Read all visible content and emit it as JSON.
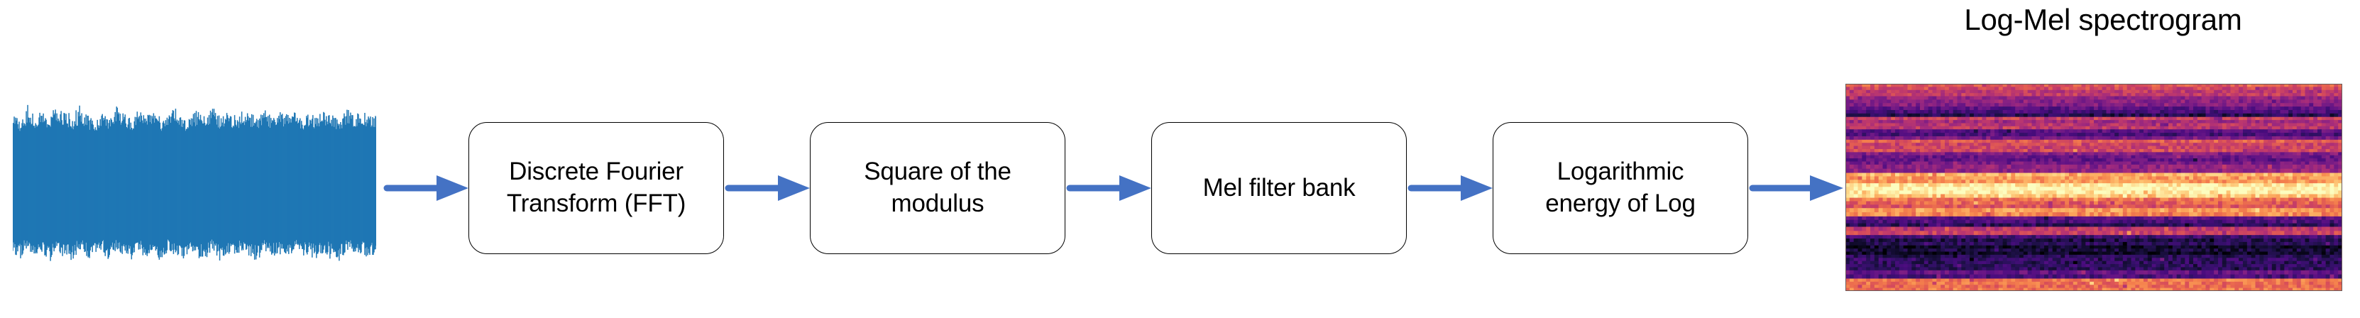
{
  "diagram": {
    "title": "Log-Mel spectrogram",
    "input_waveform": {
      "name": "audio-waveform",
      "color": "#1f77b4"
    },
    "arrow_color": "#4472c4",
    "box_border_color": "#000000",
    "steps": [
      {
        "id": "fft",
        "label": "Discrete Fourier\nTransform (FFT)"
      },
      {
        "id": "square-modulus",
        "label": "Square of the\nmodulus"
      },
      {
        "id": "mel-filter-bank",
        "label": "Mel filter bank"
      },
      {
        "id": "log-energy",
        "label": "Logarithmic\nenergy of Log"
      }
    ],
    "output": {
      "id": "log-mel-spectrogram",
      "label": "Log-Mel spectrogram",
      "colormap": "magma"
    }
  },
  "chart_data": {
    "type": "area",
    "title": "Log-Mel spectrogram pipeline",
    "waveform": {
      "type": "line",
      "title": "",
      "xlabel": "",
      "ylabel": "",
      "description": "dense full-scale audio waveform envelope, roughly constant amplitude",
      "ylim": [
        -1,
        1
      ],
      "envelope_top": [
        0.86,
        0.78,
        0.93,
        0.84,
        0.9,
        0.82,
        0.95,
        0.88,
        0.8,
        0.92,
        0.86,
        0.79,
        0.9,
        0.83,
        0.96,
        0.87,
        0.81,
        0.93,
        0.85,
        0.9,
        0.82,
        0.88,
        0.94,
        0.8,
        0.86,
        0.91,
        0.84,
        0.97,
        0.83,
        0.89,
        0.8,
        0.92,
        0.87,
        0.85,
        0.93,
        0.81,
        0.9,
        0.86,
        0.95,
        0.82,
        0.88,
        0.84,
        0.91,
        0.87,
        0.8,
        0.93,
        0.86,
        0.9,
        0.83,
        0.88
      ],
      "envelope_bottom": [
        -0.84,
        -0.9,
        -0.79,
        -0.92,
        -0.85,
        -0.95,
        -0.81,
        -0.88,
        -0.93,
        -0.8,
        -0.9,
        -0.86,
        -0.82,
        -0.94,
        -0.79,
        -0.88,
        -0.92,
        -0.83,
        -0.9,
        -0.85,
        -0.96,
        -0.81,
        -0.87,
        -0.93,
        -0.84,
        -0.89,
        -0.92,
        -0.8,
        -0.95,
        -0.86,
        -0.9,
        -0.82,
        -0.88,
        -0.93,
        -0.81,
        -0.9,
        -0.85,
        -0.94,
        -0.8,
        -0.89,
        -0.86,
        -0.92,
        -0.83,
        -0.9,
        -0.95,
        -0.81,
        -0.88,
        -0.84,
        -0.91,
        -0.86
      ]
    },
    "spectrogram": {
      "type": "heatmap",
      "title": "Log-Mel spectrogram",
      "xlabel": "",
      "ylabel": "",
      "colormap": "magma",
      "description": "horizontally banded log-mel energies; bright formant band near the vertical centre, dark low band below, bright strip at the bottom",
      "band_rows": [
        {
          "y": 0.0,
          "h": 0.06,
          "level": 0.6
        },
        {
          "y": 0.06,
          "h": 0.05,
          "level": 0.4
        },
        {
          "y": 0.11,
          "h": 0.05,
          "level": 0.22
        },
        {
          "y": 0.16,
          "h": 0.06,
          "level": 0.55
        },
        {
          "y": 0.22,
          "h": 0.05,
          "level": 0.3
        },
        {
          "y": 0.27,
          "h": 0.06,
          "level": 0.62
        },
        {
          "y": 0.33,
          "h": 0.06,
          "level": 0.35
        },
        {
          "y": 0.39,
          "h": 0.04,
          "level": 0.48
        },
        {
          "y": 0.43,
          "h": 0.05,
          "level": 0.78
        },
        {
          "y": 0.48,
          "h": 0.07,
          "level": 0.97
        },
        {
          "y": 0.55,
          "h": 0.05,
          "level": 0.72
        },
        {
          "y": 0.6,
          "h": 0.04,
          "level": 0.8
        },
        {
          "y": 0.64,
          "h": 0.05,
          "level": 0.25
        },
        {
          "y": 0.69,
          "h": 0.04,
          "level": 0.58
        },
        {
          "y": 0.73,
          "h": 0.05,
          "level": 0.2
        },
        {
          "y": 0.78,
          "h": 0.06,
          "level": 0.12
        },
        {
          "y": 0.84,
          "h": 0.06,
          "level": 0.18
        },
        {
          "y": 0.9,
          "h": 0.04,
          "level": 0.3
        },
        {
          "y": 0.94,
          "h": 0.06,
          "level": 0.75
        }
      ]
    }
  }
}
